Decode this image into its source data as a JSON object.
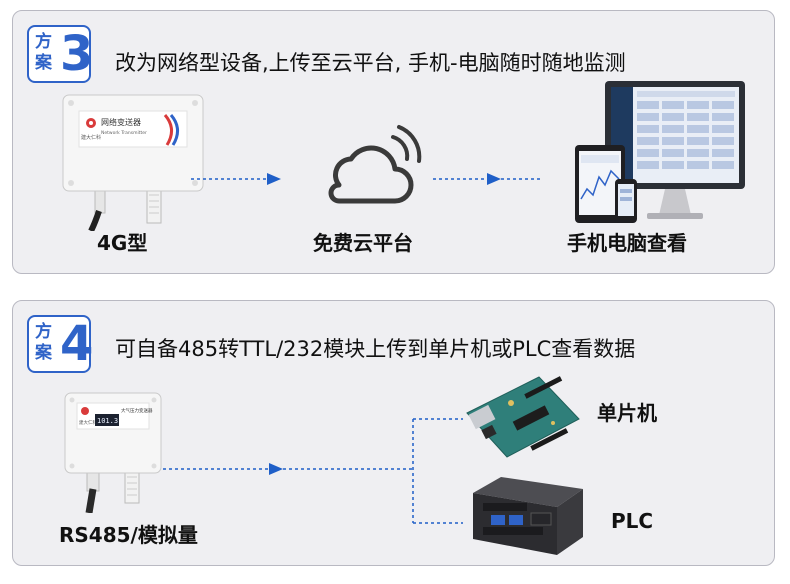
{
  "scheme3": {
    "badge_word_1": "方",
    "badge_word_2": "案",
    "badge_number": "3",
    "headline": "改为网络型设备,上传至云平台, 手机-电脑随时随地监测",
    "device_brand": "建大仁科",
    "device_title": "网络变送器",
    "device_subtitle": "Network Transmitter",
    "device_label": "4G型",
    "cloud_label": "免费云平台",
    "terminal_label": "手机电脑查看"
  },
  "scheme4": {
    "badge_word_1": "方",
    "badge_word_2": "案",
    "badge_number": "4",
    "headline": "可自备485转TTL/232模块上传到单片机或PLC查看数据",
    "device_brand": "建大仁科",
    "device_title": "大气压力变送器",
    "device_display": "101.3",
    "device_label": "RS485/模拟量",
    "target_mcu_label": "单片机",
    "target_plc_label": "PLC"
  },
  "colors": {
    "accent_blue": "#2f63c8",
    "arrow_blue": "#1f5fc8"
  }
}
